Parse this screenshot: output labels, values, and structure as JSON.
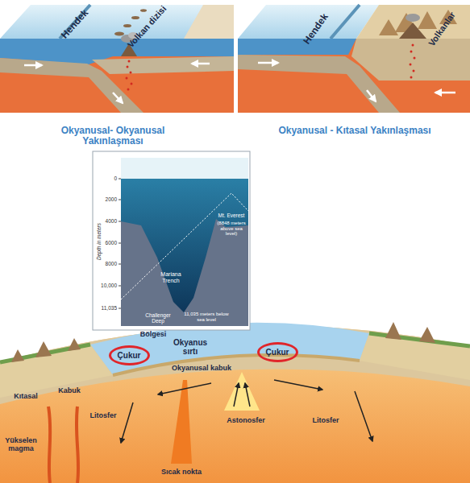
{
  "diagram": {
    "nodes": [
      {
        "text": [
          "Çukur"
        ]
      },
      {
        "text": [
          "Çukur"
        ]
      }
    ],
    "edges": [],
    "labels": [
      "Hendek",
      "Volkan dizisi",
      "Okyanusal- Okyanusal Yakınlaşması",
      "Hendek",
      "Volkanlar",
      "Okyanusal - Kıtasal Yakınlaşması",
      "0",
      "2000",
      "4000",
      "6000",
      "8000",
      "10,000",
      "11,035",
      "Depth in meters",
      "Mt. Everest",
      "(8848 meters above sea level)",
      "Mariana Trench",
      "Challenger Deep",
      "11,035 meters below sea level",
      "Bölgesi",
      "Okyanus sırtı",
      "Okyanusal kabuk",
      "Kıtasal",
      "Kabuk",
      "Litosfer",
      "Astonosfer",
      "Litosfer",
      "Yükselen magma",
      "Sıcak nokta"
    ]
  }
}
